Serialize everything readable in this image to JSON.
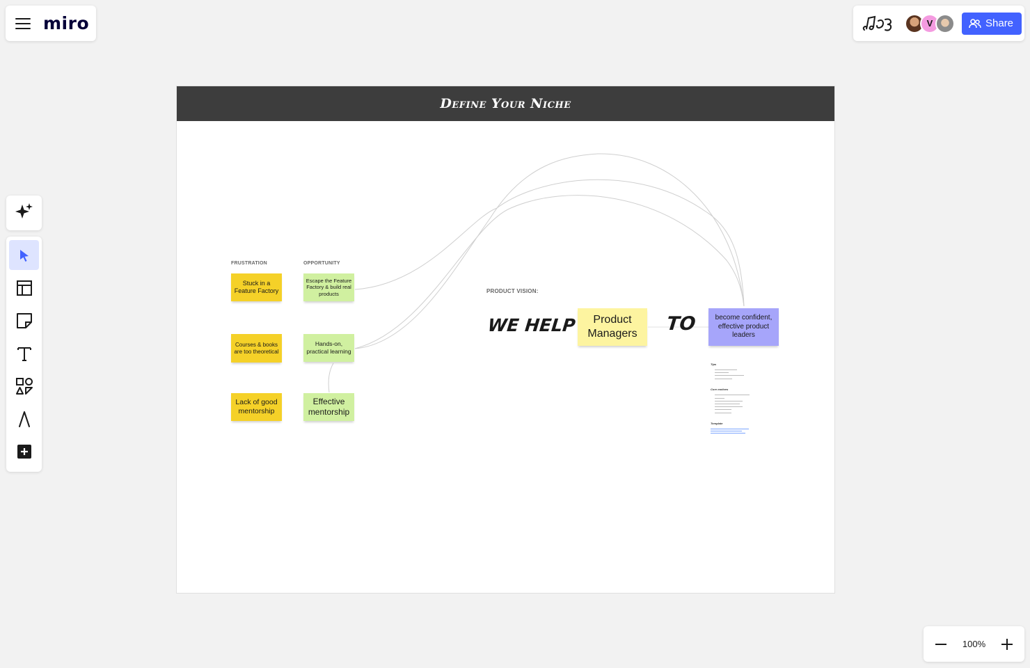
{
  "app": {
    "logo": "miro",
    "share_label": "Share",
    "reactions_text": "ᒋᘐᕗ"
  },
  "collaborators": [
    {
      "initial": ""
    },
    {
      "initial": "V"
    },
    {
      "initial": ""
    }
  ],
  "toolbar": {
    "tools": [
      "ai-assist",
      "select",
      "templates",
      "sticky-note",
      "text",
      "shapes",
      "pen",
      "add-more"
    ]
  },
  "zoom": {
    "level": "100%"
  },
  "board": {
    "frame_title": "Define Your Niche",
    "frustration_label": "FRUSTRATION",
    "opportunity_label": "OPPORTUNITY",
    "frustrations": [
      "Stuck in a Feature Factory",
      "Courses & books are too theoretical",
      "Lack of good mentorship"
    ],
    "opportunities": [
      "Escape the Feature Factory & build real products",
      "Hands-on, practical learning",
      "Effective mentorship"
    ],
    "vision_label": "PRODUCT VISION:",
    "we_help": "WE HELP",
    "audience": "Product Managers",
    "to": "TO",
    "goal": "become confident, effective product leaders",
    "doc_headings": [
      "Tips",
      "Core motives",
      "Template"
    ]
  },
  "colors": {
    "accent": "#4262ff",
    "frustration_sticky": "#f5d128",
    "opportunity_sticky": "#d0f0a0",
    "audience_sticky": "#fdf4a0",
    "goal_sticky": "#a6a5fa",
    "frame_header": "#3d3d3d"
  }
}
